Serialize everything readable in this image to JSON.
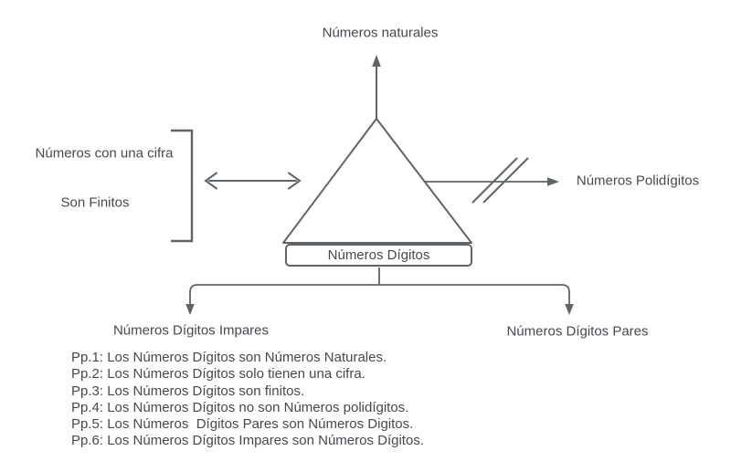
{
  "colors": {
    "background": "#ffffff",
    "line": "#5f6468",
    "text": "#45494e"
  },
  "labels": {
    "top": "Números naturales",
    "left_line1": "Números con una cifra",
    "left_line2": "Son Finitos",
    "center_box": "Números Dígitos",
    "right": "Números Polidígitos",
    "bottom_left": "Números Dígitos Impares",
    "bottom_right": "Números Dígitos Pares"
  },
  "propositions": [
    "Pp.1: Los Números Dígitos son Números Naturales.",
    "Pp.2: Los Números Dígitos solo tienen una cifra.",
    "Pp.3: Los Números Dígitos son finitos.",
    "Pp.4: Los Números Dígitos no son Números polidígitos.",
    "Pp.5: Los Números  Dígitos Pares son Números Digitos.",
    "Pp.6: Los Números Dígitos Impares son Números Dígitos."
  ]
}
